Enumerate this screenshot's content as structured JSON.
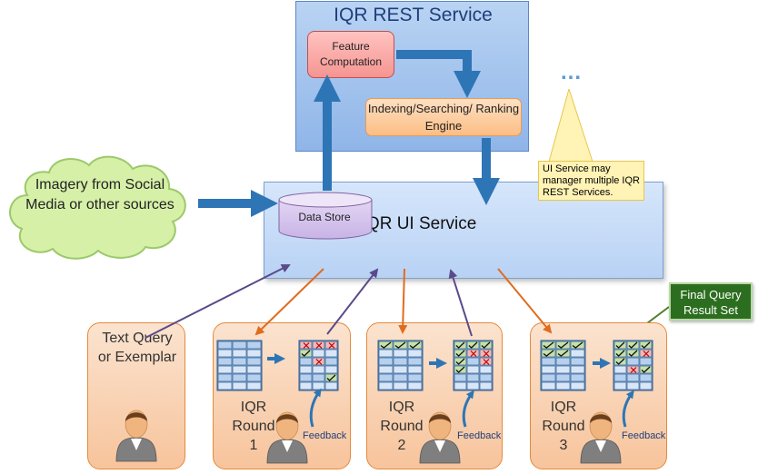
{
  "rest_service": {
    "title": "IQR REST Service",
    "feature_computation": "Feature Computation",
    "indexing_engine": "Indexing/Searching/ Ranking Engine"
  },
  "ellipsis": "...",
  "note": "UI Service may manager multiple IQR REST Services.",
  "cloud": {
    "label": "Imagery from Social Media or other sources"
  },
  "ui_service": {
    "title": "IQR UI Service",
    "data_store": "Data Store"
  },
  "final_result": "Final Query Result Set",
  "text_query": "Text Query or Exemplar",
  "rounds": [
    {
      "label": "IQR Round 1",
      "feedback": "Feedback"
    },
    {
      "label": "IQR Round 2",
      "feedback": "Feedback"
    },
    {
      "label": "IQR Round 3",
      "feedback": "Feedback"
    }
  ],
  "colors": {
    "blue_arrow": "#2e75b6",
    "orange_arrow": "#e06c1f",
    "purple_arrow": "#5a4a8a",
    "check_green": "#c6e0a6",
    "reject_red": "#f2b8b8"
  }
}
